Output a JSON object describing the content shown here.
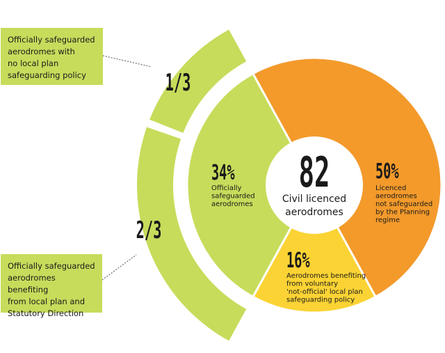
{
  "colors": {
    "green": "#c7dc5b",
    "orange": "#f39a2b",
    "yellow": "#fbd334",
    "white": "#ffffff",
    "text": "#1a1a1a",
    "leader": "#6a6a6a"
  },
  "chart_data": {
    "type": "pie",
    "center_total": "82",
    "center_label": "Civil licenced aerodromes",
    "slices": [
      {
        "name": "Officially safeguarded aerodromes",
        "value": 34,
        "label": "34%",
        "color": "#c7dc5b"
      },
      {
        "name": "Licenced aerodromes not safeguarded by the Planning regime",
        "value": 50,
        "label": "50%",
        "color": "#f39a2b"
      },
      {
        "name": "Aerodromes benefiting from voluntary 'not-official' local plan safeguarding policy",
        "value": 16,
        "label": "16%",
        "color": "#fbd334"
      }
    ],
    "outer_ring": [
      {
        "fraction": "1/3",
        "value": 0.3333,
        "description": "Officially safeguarded aerodromes with no local plan safeguarding policy"
      },
      {
        "fraction": "2/3",
        "value": 0.6667,
        "description": "Officially safeguarded aerodromes benefiting from local plan and Statutory Direction"
      }
    ]
  },
  "labels": {
    "slice_green_text": "Officially\nsafeguarded\naerodromes",
    "slice_orange_text": "Licenced\naerodromes\nnot safeguarded\nby the Planning\nregime",
    "slice_yellow_text": "Aerodromes benefiting\nfrom voluntary\n'not-official' local plan\nsafeguarding policy",
    "ring_top_text": "Officially safeguarded\naerodromes with\nno local plan\nsafeguarding policy",
    "ring_bottom_text": "Officially safeguarded\naerodromes benefiting\nfrom local plan and\nStatutory Direction"
  }
}
